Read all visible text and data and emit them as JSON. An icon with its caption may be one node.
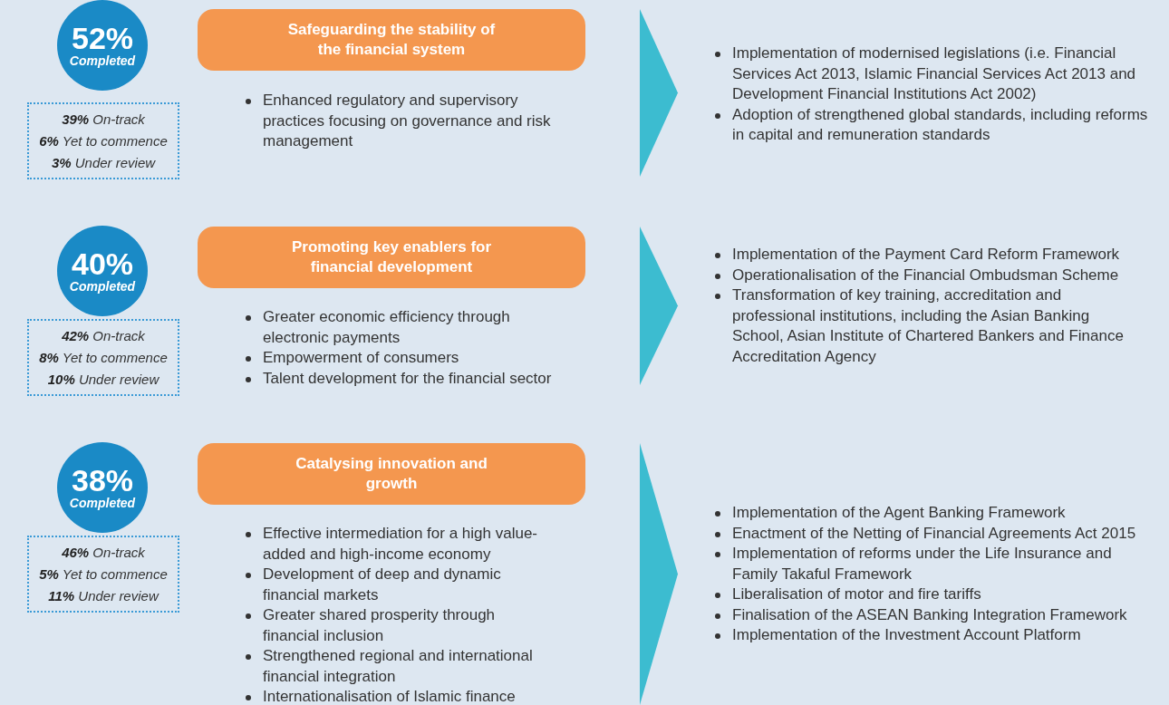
{
  "diagram": {
    "nodes": [
      {
        "text": [
          "52%",
          "Completed"
        ]
      },
      {
        "text": [
          "**39%** On-track",
          "**6%** Yet to commence",
          "**3%** Under review"
        ]
      },
      {
        "text": [
          "Safeguarding the stability of the financial system"
        ]
      },
      {
        "text": [
          "Enhanced regulatory and supervisory practices focusing on governance and risk management"
        ]
      },
      {
        "text": [
          "Implementation of modernised legislations (i.e. Financial Services Act 2013, Islamic Financial Services Act 2013 and Development Financial Institutions Act 2002)",
          "Adoption of strengthened global standards, including reforms in capital and remuneration standards"
        ]
      },
      {
        "text": [
          "40%",
          "Completed"
        ]
      },
      {
        "text": [
          "**42%** On-track",
          "**8%** Yet to commence",
          "**10%** Under review"
        ]
      },
      {
        "text": [
          "Promoting key enablers for financial development"
        ]
      },
      {
        "text": [
          "Greater economic efficiency through electronic payments",
          "Empowerment of consumers",
          "Talent development for the financial sector"
        ]
      },
      {
        "text": [
          "Implementation of the Payment Card Reform Framework",
          "Operationalisation of the Financial Ombudsman Scheme",
          "Transformation of key training, accreditation and professional institutions, including the Asian Banking School, Asian Institute of Chartered Bankers and Finance Accreditation Agency"
        ]
      },
      {
        "text": [
          "38%",
          "Completed"
        ]
      },
      {
        "text": [
          "**46%** On-track",
          "**5%** Yet to commence",
          "**11%** Under review"
        ]
      },
      {
        "text": [
          "Catalysing innovation and growth"
        ]
      },
      {
        "text": [
          "Effective intermediation for a high value-added and high-income economy",
          "Development of deep and dynamic financial markets",
          "Greater shared prosperity through financial inclusion",
          "Strengthened regional and international financial integration",
          "Internationalisation of Islamic finance"
        ]
      },
      {
        "text": [
          "Implementation of the Agent Banking Framework",
          "Enactment of the Netting of Financial Agreements Act 2015",
          "Implementation of reforms under the Life Insurance and Family Takaful Framework",
          "Liberalisation of motor and fire tariffs",
          "Finalisation of the ASEAN Banking Integration Framework",
          "Implementation of the Investment Account Platform"
        ]
      }
    ],
    "edges": [
      {
        "from": 3,
        "to": 4,
        "arrow": "to"
      },
      {
        "from": 8,
        "to": 9,
        "arrow": "to"
      },
      {
        "from": 13,
        "to": 14,
        "arrow": "to"
      }
    ]
  }
}
